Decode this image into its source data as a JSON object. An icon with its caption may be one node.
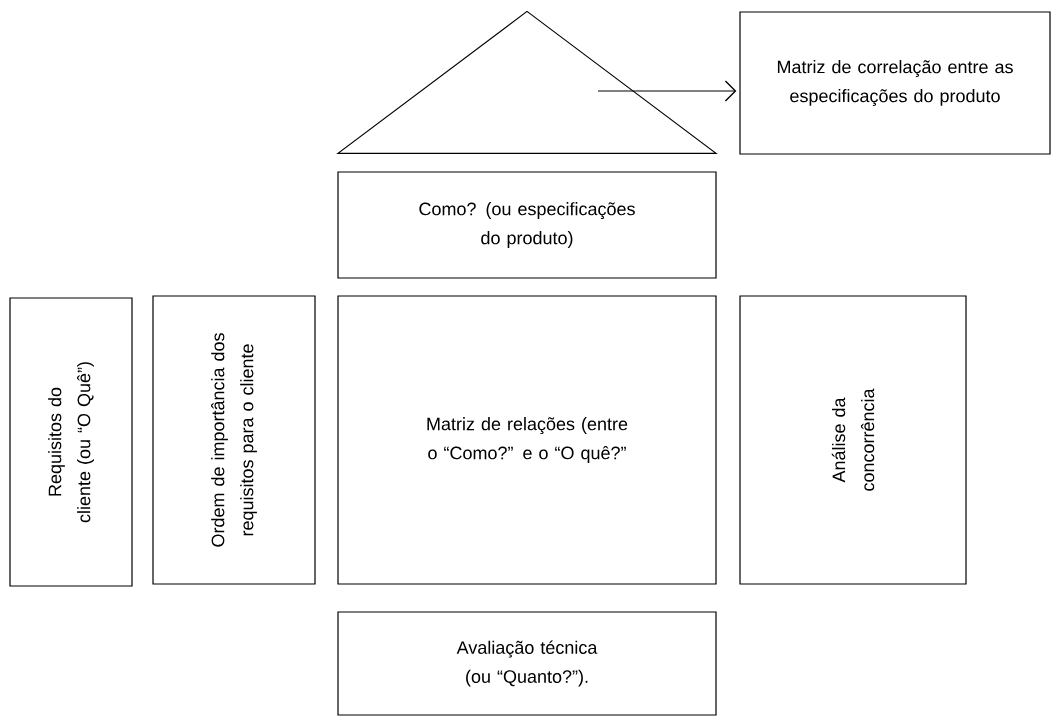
{
  "diagram": {
    "nodes": [
      {
        "text": [],
        "shape": "triangle"
      },
      {
        "text": [
          "Matriz de correlação entre as especificações do produto"
        ]
      },
      {
        "text": [
          "Como? (ou especificações do produto)"
        ]
      },
      {
        "text": [
          "Requisitos do cliente (ou “O Quê”)"
        ]
      },
      {
        "text": [
          "Ordem de importância dos requisitos para o cliente"
        ]
      },
      {
        "text": [
          "Matriz de relações (entre o “Como?” e o “O quê?”"
        ]
      },
      {
        "text": [
          "Análise da concorrência"
        ]
      },
      {
        "text": [
          "Avaliação técnica (ou “Quanto?”)."
        ]
      }
    ],
    "edges": [
      {
        "from": 0,
        "to": 1,
        "arrow": "to"
      }
    ]
  }
}
